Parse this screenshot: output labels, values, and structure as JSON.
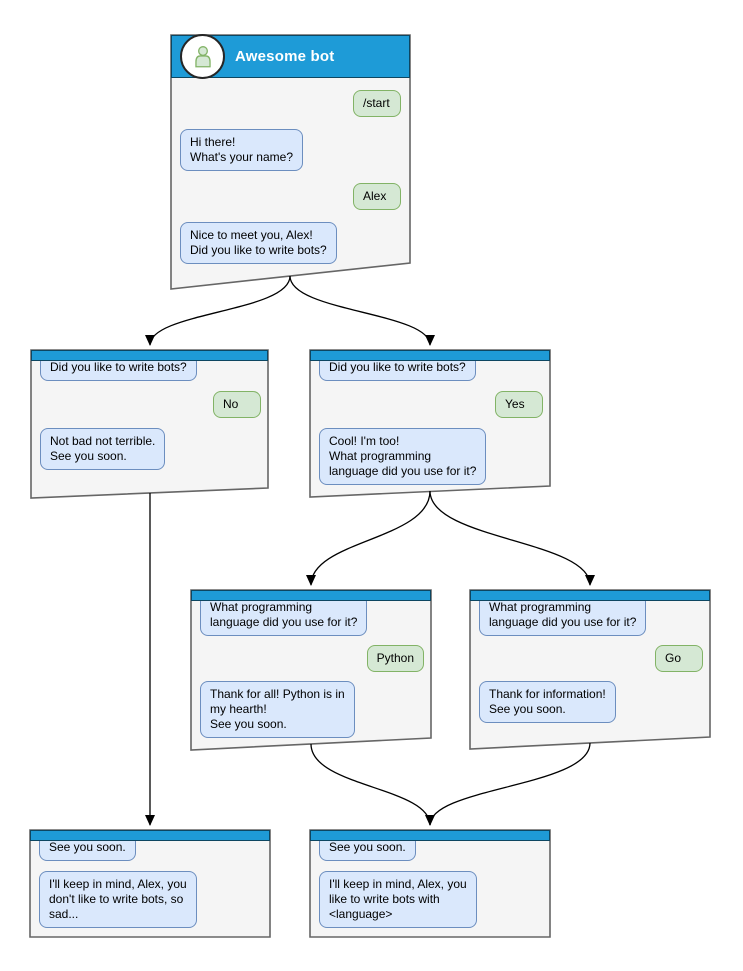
{
  "colors": {
    "header_blue": "#1E9BD7",
    "window_bg": "#F5F5F5",
    "window_border": "#666666",
    "bot_bubble_bg": "#DAE8FC",
    "bot_bubble_border": "#6C8EBF",
    "user_bubble_bg": "#D5E8D4",
    "user_bubble_border": "#82B366",
    "arrow": "#000000"
  },
  "icons": {
    "avatar": "person-icon"
  },
  "windows": {
    "main": {
      "title": "Awesome bot",
      "messages": [
        {
          "from": "user",
          "text": "/start"
        },
        {
          "from": "bot",
          "text": "Hi there!\nWhat's your name?"
        },
        {
          "from": "user",
          "text": "Alex"
        },
        {
          "from": "bot",
          "text": "Nice to meet you, Alex!\nDid you like to write bots?"
        }
      ]
    },
    "branch_no": {
      "messages": [
        {
          "from": "bot",
          "text": "Did you like to write bots?"
        },
        {
          "from": "user",
          "text": "No"
        },
        {
          "from": "bot",
          "text": "Not bad not terrible.\nSee you soon."
        }
      ]
    },
    "branch_yes": {
      "messages": [
        {
          "from": "bot",
          "text": "Did you like to write bots?"
        },
        {
          "from": "user",
          "text": "Yes"
        },
        {
          "from": "bot",
          "text": "Cool! I'm too!\nWhat programming\nlanguage did you use for it?"
        }
      ]
    },
    "branch_python": {
      "messages": [
        {
          "from": "bot",
          "text": "What programming\nlanguage did you use for it?"
        },
        {
          "from": "user",
          "text": "Python"
        },
        {
          "from": "bot",
          "text": "Thank for all! Python is in\nmy hearth!\nSee you soon."
        }
      ]
    },
    "branch_go": {
      "messages": [
        {
          "from": "bot",
          "text": "What programming\nlanguage did you use for it?"
        },
        {
          "from": "user",
          "text": "Go"
        },
        {
          "from": "bot",
          "text": "Thank for information!\nSee you soon."
        }
      ]
    },
    "end_no": {
      "messages": [
        {
          "from": "bot",
          "text": "See you soon."
        },
        {
          "from": "bot",
          "text": "I'll keep in mind, Alex, you\ndon't like to write bots, so\nsad..."
        }
      ]
    },
    "end_language": {
      "messages": [
        {
          "from": "bot",
          "text": "See you soon."
        },
        {
          "from": "bot",
          "text": "I'll keep in mind, Alex, you\nlike to write bots with\n<language>"
        }
      ]
    }
  }
}
